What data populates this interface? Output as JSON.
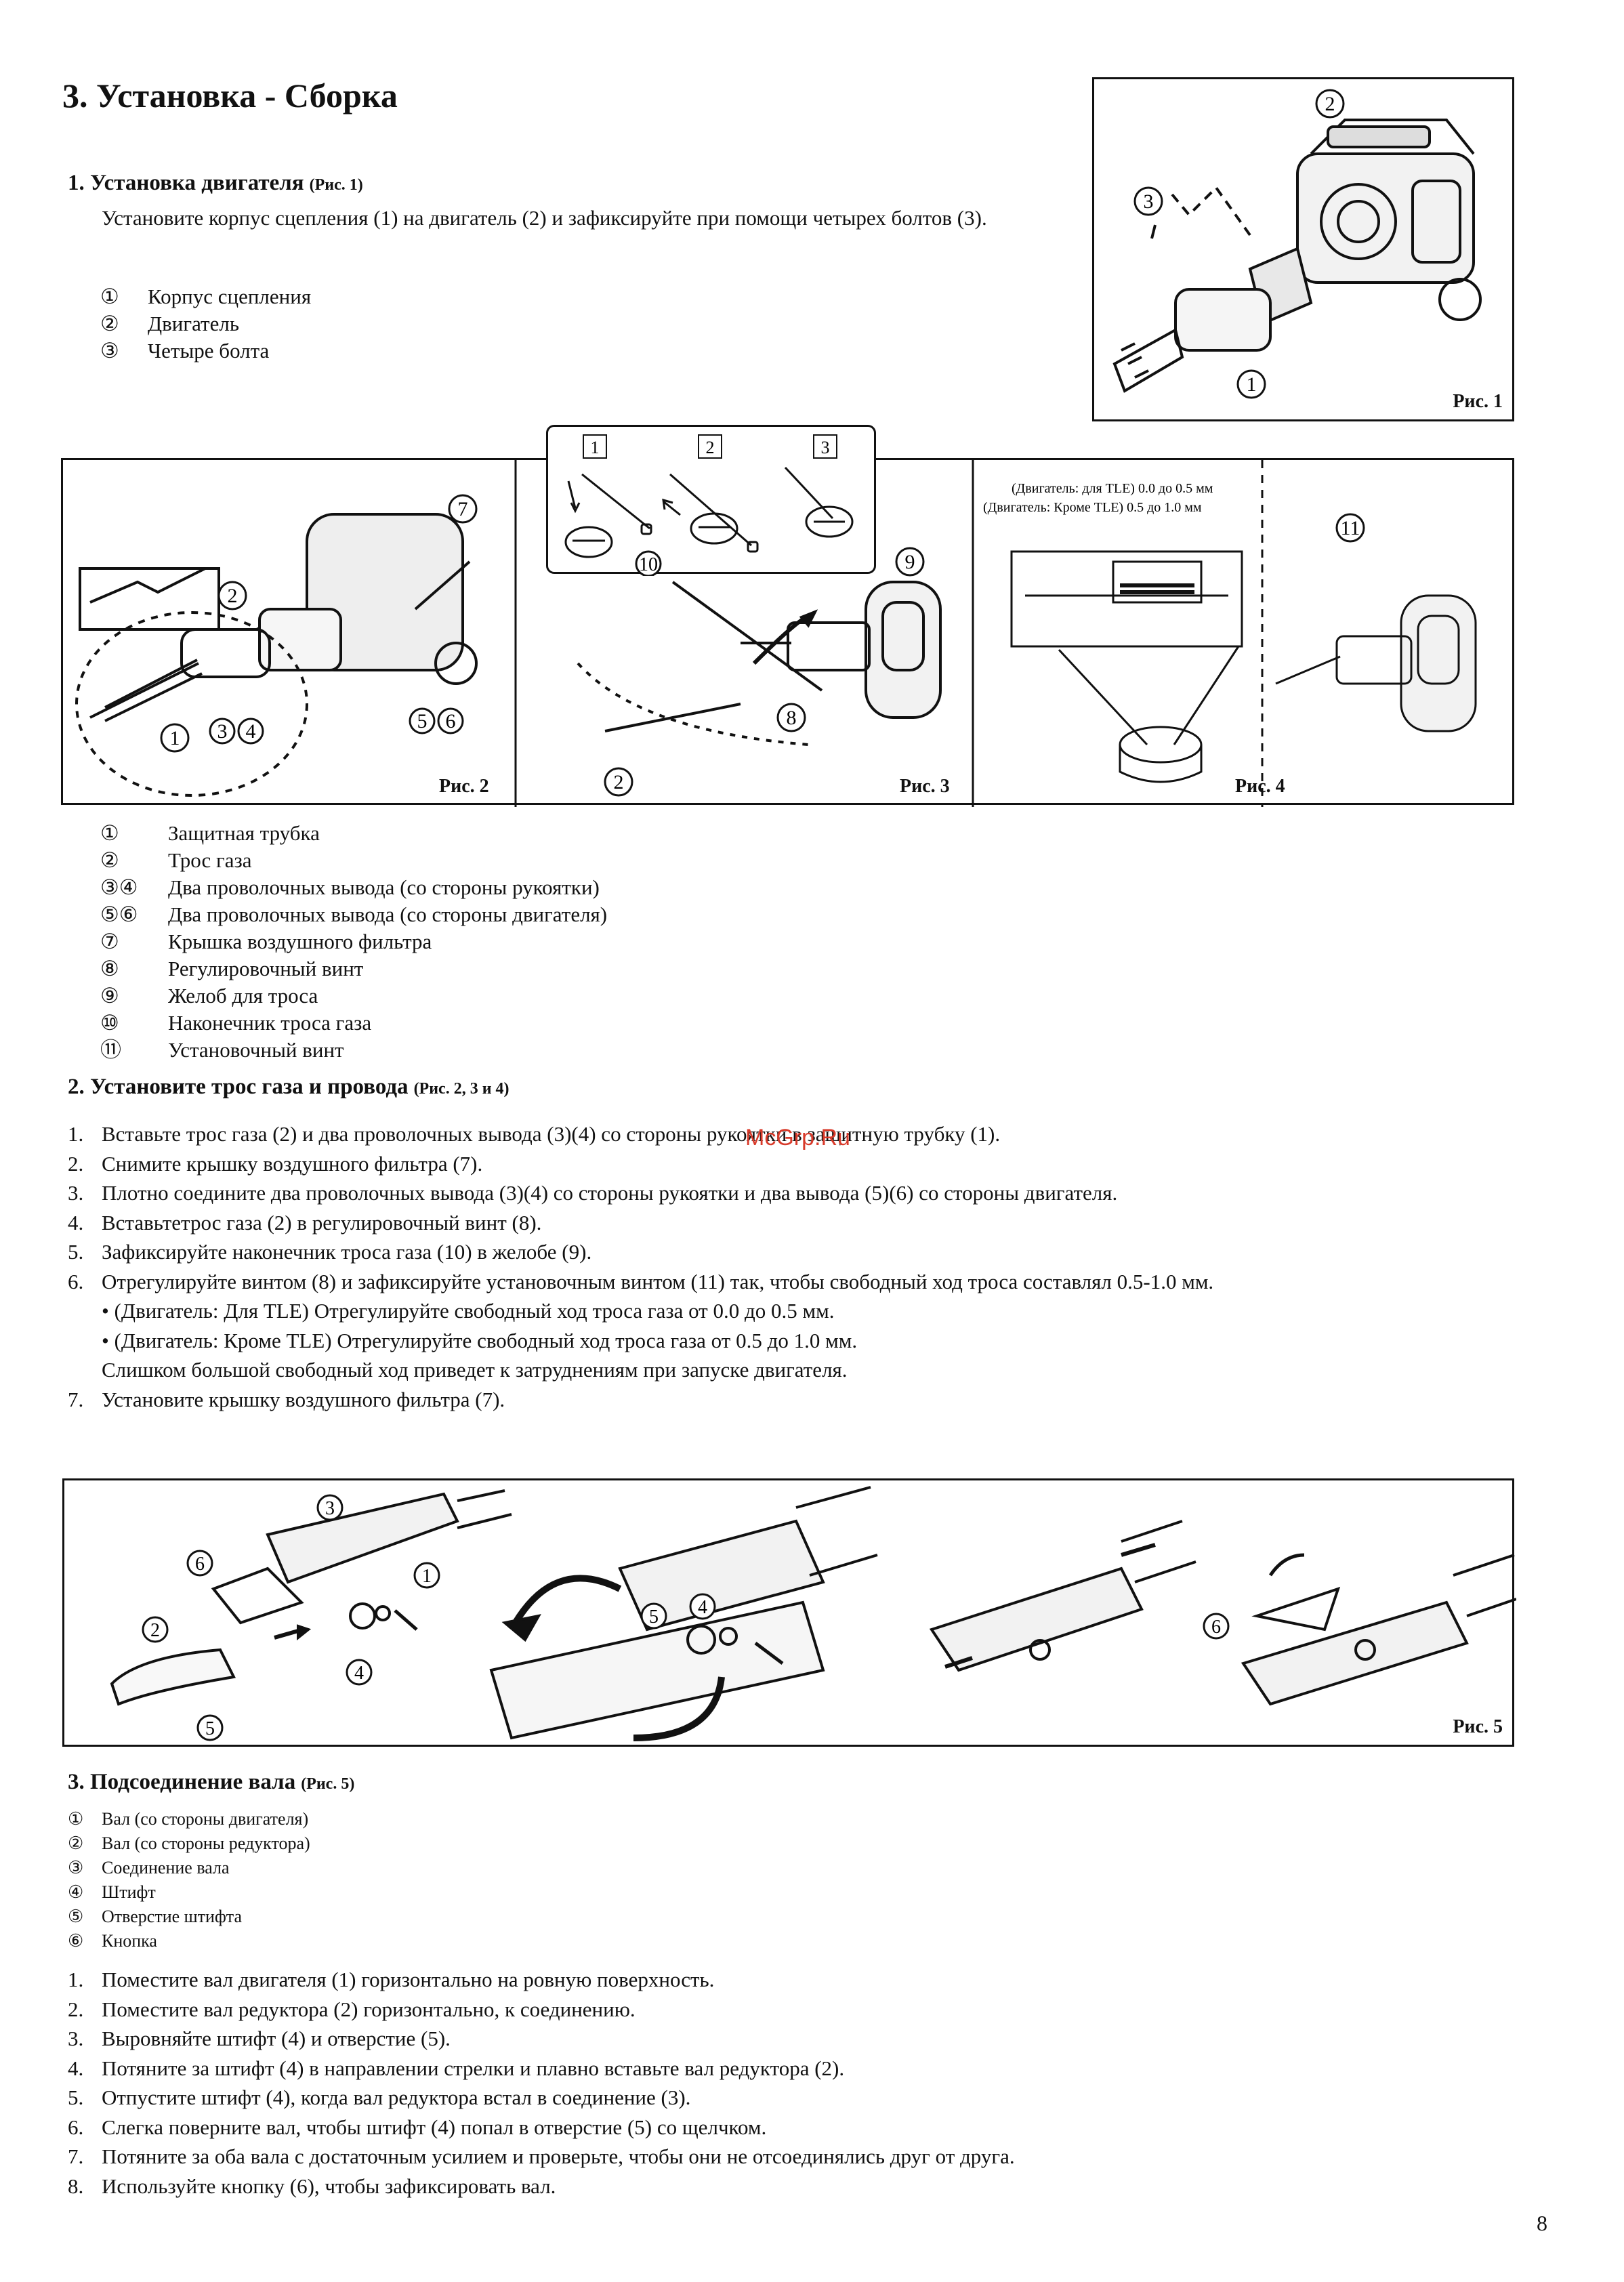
{
  "page_title": "3. Установка - Сборка",
  "section1": {
    "heading": "1.  Установка двигателя",
    "ref": "(Рис. 1)",
    "text": "Установите корпус сцепления (1) на двигатель (2) и зафиксируйте при помощи четырех болтов (3).",
    "legend": [
      {
        "num": "①",
        "label": "Корпус сцепления"
      },
      {
        "num": "②",
        "label": "Двигатель"
      },
      {
        "num": "③",
        "label": "Четыре болта"
      }
    ]
  },
  "figures": {
    "fig1": "Рис. 1",
    "fig2": "Рис. 2",
    "fig3": "Рис. 3",
    "fig4": "Рис. 4",
    "fig5": "Рис. 5",
    "fig3_steps": [
      "1",
      "2",
      "3"
    ],
    "fig4_note1": "(Двигатель: для TLE)  0.0 до 0.5 мм",
    "fig4_note2": "(Двигатель: Кроме TLE)  0.5 до 1.0 мм",
    "callouts": {
      "c1": "1",
      "c2": "2",
      "c3": "3",
      "c4": "4",
      "c5": "5",
      "c6": "6",
      "c7": "7",
      "c8": "8",
      "c9": "9",
      "c10": "10",
      "c11": "11"
    }
  },
  "legend2": [
    {
      "num": "①",
      "label": "Защитная трубка"
    },
    {
      "num": "②",
      "label": "Трос газа"
    },
    {
      "num": "③④",
      "label": "Два проволочных вывода (со стороны рукоятки)"
    },
    {
      "num": "⑤⑥",
      "label": "Два проволочных вывода (со стороны двигателя)"
    },
    {
      "num": "⑦",
      "label": "Крышка воздушного фильтра"
    },
    {
      "num": "⑧",
      "label": "Регулировочный винт"
    },
    {
      "num": "⑨",
      "label": "Желоб для троса"
    },
    {
      "num": "⑩",
      "label": "Наконечник троса газа"
    },
    {
      "num": "⑪",
      "label": "Установочный винт"
    }
  ],
  "section2": {
    "heading": "2.  Установите трос газа и провода",
    "ref": "(Рис. 2, 3 и 4)",
    "steps": [
      {
        "num": "1.",
        "text": "Вставьте трос газа (2) и два проволочных вывода (3)(4) со стороны рукоятки в защитную трубку (1)."
      },
      {
        "num": "2.",
        "text": "Снимите крышку воздушного фильтра (7)."
      },
      {
        "num": "3.",
        "text": "Плотно соедините два проволочных вывода (3)(4) со стороны рукоятки и два вывода (5)(6) со стороны двигателя."
      },
      {
        "num": "4.",
        "text": "Вставьтетрос газа (2) в регулировочный винт (8)."
      },
      {
        "num": "5.",
        "text": "Зафиксируйте наконечник троса газа (10) в желобе (9)."
      },
      {
        "num": "6.",
        "text": "Отрегулируйте винтом (8) и зафиксируйте установочным винтом (11) так, чтобы свободный ход троса составлял 0.5-1.0 мм."
      },
      {
        "num": "",
        "text": "• (Двигатель: Для TLE) Отрегулируйте свободный ход троса газа от 0.0 до 0.5 мм."
      },
      {
        "num": "",
        "text": "• (Двигатель: Кроме TLE) Отрегулируйте свободный ход троса газа от 0.5 до 1.0 мм."
      },
      {
        "num": "",
        "text": "Слишком большой свободный ход приведет к затруднениям при запуске двигателя."
      },
      {
        "num": "7.",
        "text": "Установите крышку воздушного фильтра (7)."
      }
    ]
  },
  "watermark": "McGrp.Ru",
  "section3": {
    "heading": "3.  Подсоединение вала",
    "ref": "(Рис. 5)",
    "legend": [
      {
        "num": "①",
        "label": "Вал (со стороны двигателя)"
      },
      {
        "num": "②",
        "label": "Вал (со стороны редуктора)"
      },
      {
        "num": "③",
        "label": "Соединение вала"
      },
      {
        "num": "④",
        "label": "Штифт"
      },
      {
        "num": "⑤",
        "label": "Отверстие штифта"
      },
      {
        "num": "⑥",
        "label": "Кнопка"
      }
    ],
    "steps": [
      {
        "num": "1.",
        "text": "Поместите вал двигателя (1) горизонтально на ровную поверхность."
      },
      {
        "num": "2.",
        "text": "Поместите вал редуктора (2) горизонтально, к соединению."
      },
      {
        "num": "3.",
        "text": "Выровняйте штифт (4) и отверстие (5)."
      },
      {
        "num": "4.",
        "text": "Потяните за штифт (4) в направлении стрелки и плавно вставьте вал редуктора (2)."
      },
      {
        "num": "5.",
        "text": "Отпустите штифт (4), когда вал редуктора встал в соединение (3)."
      },
      {
        "num": "6.",
        "text": "Слегка поверните вал, чтобы штифт (4) попал в отверстие (5) со щелчком."
      },
      {
        "num": "7.",
        "text": "Потяните за оба вала с достаточным усилием и проверьте, чтобы они не отсоединялись друг от друга."
      },
      {
        "num": "8.",
        "text": "Используйте кнопку (6), чтобы зафиксировать вал."
      }
    ]
  },
  "page_number": "8"
}
